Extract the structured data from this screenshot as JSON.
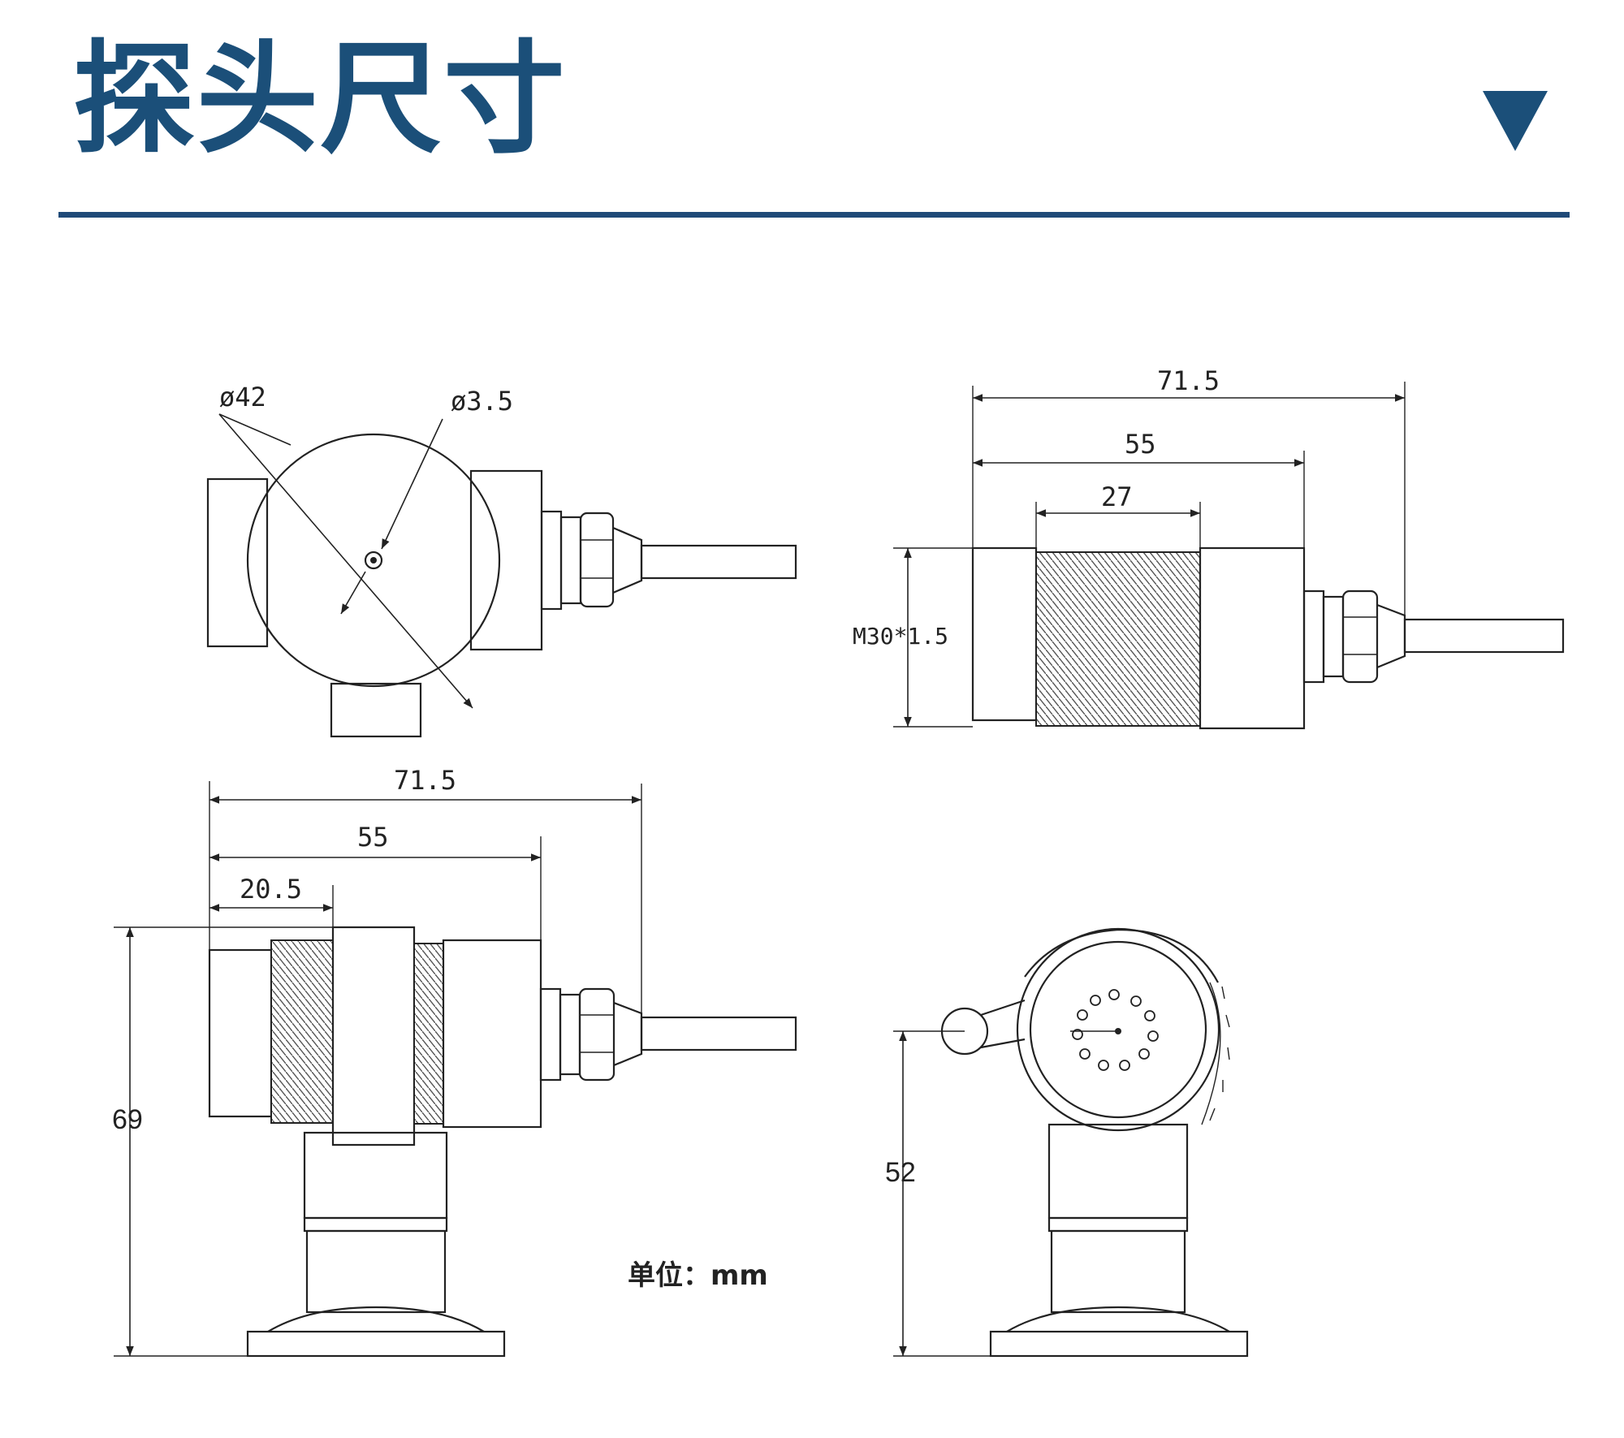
{
  "header": {
    "title": "探头尺寸",
    "accent_color": "#1b4f79",
    "collapse_icon": "triangle-down-icon"
  },
  "drawing": {
    "top_left_view": {
      "diameter_outer": "ø42",
      "diameter_hole": "ø3.5"
    },
    "top_right_view": {
      "overall_length": "71.5",
      "body_length": "55",
      "thread_length": "27",
      "thread_spec": "M30*1.5"
    },
    "bottom_left_view": {
      "overall_length": "71.5",
      "body_length": "55",
      "front_length": "20.5",
      "height": "69"
    },
    "bottom_right_view": {
      "height": "52"
    },
    "unit_label": "单位：mm"
  }
}
